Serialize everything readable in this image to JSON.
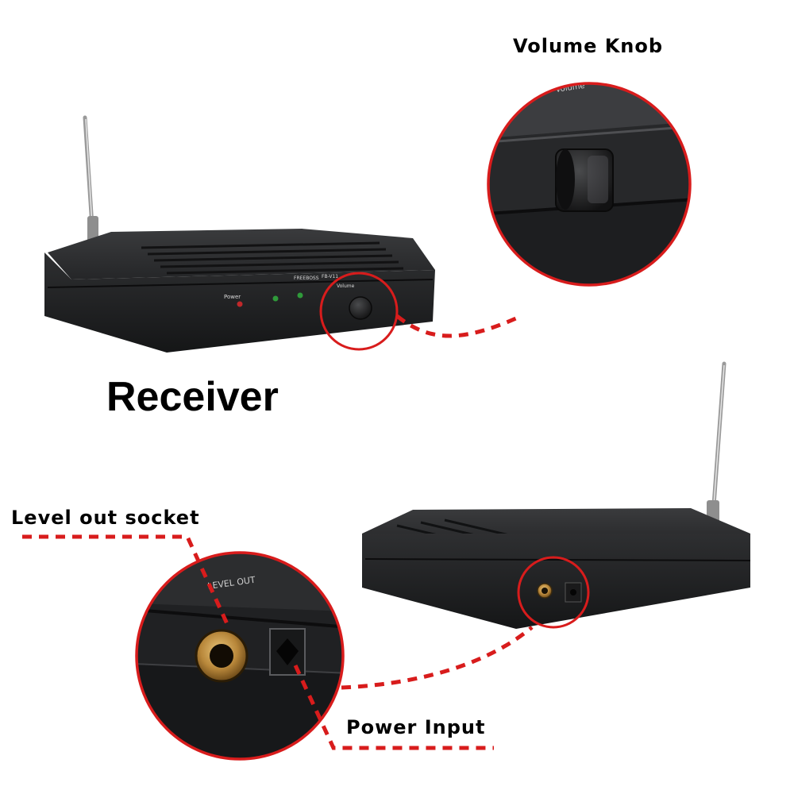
{
  "labels": {
    "volume_knob": "Volume Knob",
    "receiver": "Receiver",
    "level_out_socket": "Level out socket",
    "power_input": "Power Input"
  },
  "device_panel_text": {
    "brand": "FREEBOSS",
    "model": "FB-V11",
    "power": "Power",
    "volume": "Volume",
    "rear_level_out": "LEVEL OUT"
  },
  "colors": {
    "callout_red": "#d81c1c",
    "device_body": "#2b2c2e",
    "device_dark": "#18191a",
    "socket_gold": "#b8873a",
    "led_red": "#c0282a",
    "led_green": "#2f9a3a"
  }
}
